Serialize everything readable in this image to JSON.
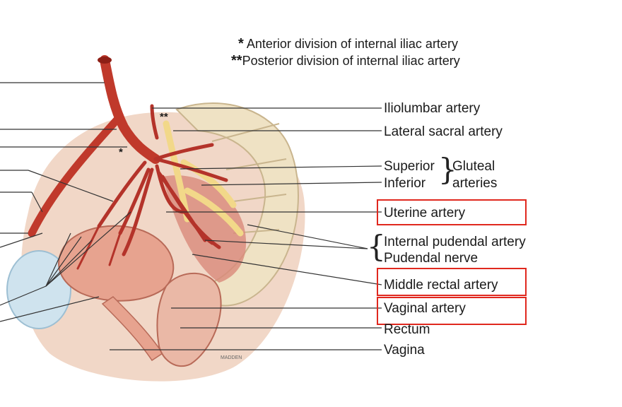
{
  "legend": {
    "anterior_mark": "*",
    "anterior_text": "Anterior division of internal iliac artery",
    "posterior_mark": "**",
    "posterior_text": "Posterior division of internal iliac artery"
  },
  "labels": {
    "iliolumbar": "Iliolumbar artery",
    "lateral_sacral": "Lateral sacral artery",
    "superior": "Superior",
    "inferior": "Inferior",
    "gluteal_1": "Gluteal",
    "gluteal_2": "arteries",
    "uterine": "Uterine artery",
    "internal_pudendal": "Internal pudendal artery",
    "pudendal_nerve": "Pudendal nerve",
    "middle_rectal": "Middle rectal artery",
    "vaginal": "Vaginal artery",
    "rectum": "Rectum",
    "vagina": "Vagina"
  },
  "figure_marks": {
    "anterior": "*",
    "posterior": "**",
    "signature": "MADDEN"
  },
  "colors": {
    "artery": "#c0392b",
    "artery_dark": "#8e1f16",
    "nerve": "#f2d889",
    "muscle": "#d98a7a",
    "bone": "#efe2c4",
    "bladder": "#cfe3ee",
    "highlight_box": "#e0281e",
    "leader_line": "#333333"
  }
}
